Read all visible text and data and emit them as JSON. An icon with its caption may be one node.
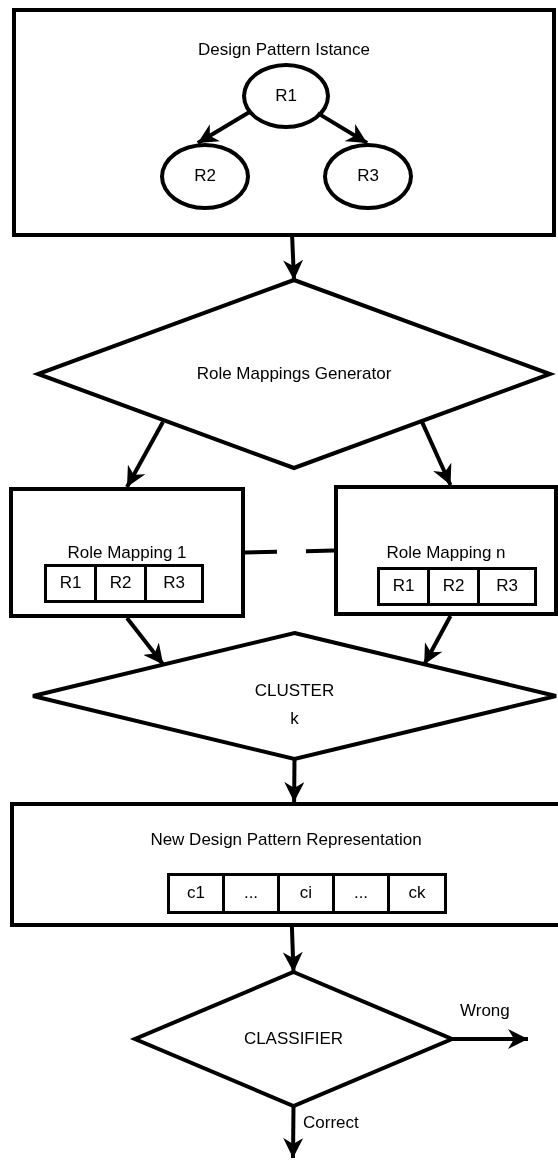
{
  "diagram": {
    "nodes": [
      {
        "text": [
          "Design Pattern Istance"
        ]
      },
      {
        "text": [
          "R1"
        ],
        "in": 0
      },
      {
        "text": [
          "R2"
        ],
        "in": 0
      },
      {
        "text": [
          "R3"
        ],
        "in": 0
      },
      {
        "text": [
          "Role Mappings Generator"
        ]
      },
      {
        "text": [
          "Role Mapping 1"
        ]
      },
      {
        "text": [
          "R1"
        ],
        "in": 5
      },
      {
        "text": [
          "R2"
        ],
        "in": 5
      },
      {
        "text": [
          "R3"
        ],
        "in": 5
      },
      {
        "text": [
          "Role Mapping n"
        ]
      },
      {
        "text": [
          "R1"
        ],
        "in": 9
      },
      {
        "text": [
          "R2"
        ],
        "in": 9
      },
      {
        "text": [
          "R3"
        ],
        "in": 9
      },
      {
        "text": [
          "CLUSTER",
          "k"
        ]
      },
      {
        "text": [
          "New Design Pattern Representation"
        ]
      },
      {
        "text": [
          "c1"
        ],
        "in": 14
      },
      {
        "text": [
          "..."
        ],
        "in": 14
      },
      {
        "text": [
          "ci"
        ],
        "in": 14
      },
      {
        "text": [
          "..."
        ],
        "in": 14
      },
      {
        "text": [
          "ck"
        ],
        "in": 14
      },
      {
        "text": [
          "CLASSIFIER"
        ]
      }
    ],
    "edges": [
      {
        "from": 0,
        "to": 4,
        "arrow": "to"
      },
      {
        "from": 1,
        "to": 2,
        "arrow": "to"
      },
      {
        "from": 1,
        "to": 3,
        "arrow": "to"
      },
      {
        "from": 4,
        "to": 5,
        "arrow": "to"
      },
      {
        "from": 4,
        "to": 9,
        "arrow": "to"
      },
      {
        "from": 5,
        "to": 9,
        "arrow": "none",
        "style": "dashed"
      },
      {
        "from": 5,
        "to": 13,
        "arrow": "to"
      },
      {
        "from": 9,
        "to": 13,
        "arrow": "to"
      },
      {
        "from": 13,
        "to": 14,
        "arrow": "to"
      },
      {
        "from": 14,
        "to": 20,
        "arrow": "to"
      },
      {
        "from": 20,
        "to": null,
        "arrow": "to",
        "label": "Wrong"
      },
      {
        "from": 20,
        "to": null,
        "arrow": "to",
        "label": "Correct"
      }
    ]
  }
}
